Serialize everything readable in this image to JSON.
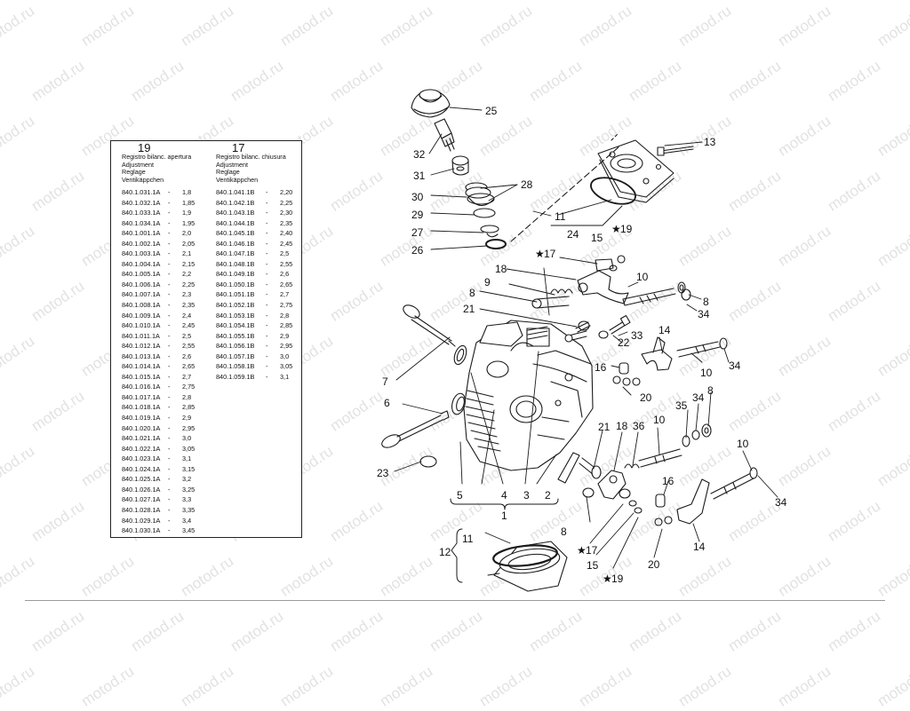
{
  "watermark": "motod.ru",
  "table": {
    "left": {
      "ref": "19",
      "header": [
        "Registro bilanc. apertura",
        "Adjustment",
        "Reglage",
        "Ventikäppchen"
      ],
      "rows": [
        {
          "code": "840.1.031.1A",
          "val": "1,8"
        },
        {
          "code": "840.1.032.1A",
          "val": "1,85"
        },
        {
          "code": "840.1.033.1A",
          "val": "1,9"
        },
        {
          "code": "840.1.034.1A",
          "val": "1,95"
        },
        {
          "code": "840.1.001.1A",
          "val": "2,0"
        },
        {
          "code": "840.1.002.1A",
          "val": "2,05"
        },
        {
          "code": "840.1.003.1A",
          "val": "2,1"
        },
        {
          "code": "840.1.004.1A",
          "val": "2,15"
        },
        {
          "code": "840.1.005.1A",
          "val": "2,2"
        },
        {
          "code": "840.1.006.1A",
          "val": "2,25"
        },
        {
          "code": "840.1.007.1A",
          "val": "2,3"
        },
        {
          "code": "840.1.008.1A",
          "val": "2,35"
        },
        {
          "code": "840.1.009.1A",
          "val": "2,4"
        },
        {
          "code": "840.1.010.1A",
          "val": "2,45"
        },
        {
          "code": "840.1.011.1A",
          "val": "2,5"
        },
        {
          "code": "840.1.012.1A",
          "val": "2,55"
        },
        {
          "code": "840.1.013.1A",
          "val": "2,6"
        },
        {
          "code": "840.1.014.1A",
          "val": "2,65"
        },
        {
          "code": "840.1.015.1A",
          "val": "2,7"
        },
        {
          "code": "840.1.016.1A",
          "val": "2,75"
        },
        {
          "code": "840.1.017.1A",
          "val": "2,8"
        },
        {
          "code": "840.1.018.1A",
          "val": "2,85"
        },
        {
          "code": "840.1.019.1A",
          "val": "2,9"
        },
        {
          "code": "840.1.020.1A",
          "val": "2,95"
        },
        {
          "code": "840.1.021.1A",
          "val": "3,0"
        },
        {
          "code": "840.1.022.1A",
          "val": "3,05"
        },
        {
          "code": "840.1.023.1A",
          "val": "3,1"
        },
        {
          "code": "840.1.024.1A",
          "val": "3,15"
        },
        {
          "code": "840.1.025.1A",
          "val": "3,2"
        },
        {
          "code": "840.1.026.1A",
          "val": "3,25"
        },
        {
          "code": "840.1.027.1A",
          "val": "3,3"
        },
        {
          "code": "840.1.028.1A",
          "val": "3,35"
        },
        {
          "code": "840.1.029.1A",
          "val": "3,4"
        },
        {
          "code": "840.1.030.1A",
          "val": "3,45"
        }
      ]
    },
    "right": {
      "ref": "17",
      "header": [
        "Registro bilanc. chiusura",
        "Adjustment",
        "Reglage",
        "Ventikäppchen"
      ],
      "rows": [
        {
          "code": "840.1.041.1B",
          "val": "2,20"
        },
        {
          "code": "840.1.042.1B",
          "val": "2,25"
        },
        {
          "code": "840.1.043.1B",
          "val": "2,30"
        },
        {
          "code": "840.1.044.1B",
          "val": "2,35"
        },
        {
          "code": "840.1.045.1B",
          "val": "2,40"
        },
        {
          "code": "840.1.046.1B",
          "val": "2,45"
        },
        {
          "code": "840.1.047.1B",
          "val": "2,5"
        },
        {
          "code": "840.1.048.1B",
          "val": "2,55"
        },
        {
          "code": "840.1.049.1B",
          "val": "2,6"
        },
        {
          "code": "840.1.050.1B",
          "val": "2,65"
        },
        {
          "code": "840.1.051.1B",
          "val": "2,7"
        },
        {
          "code": "840.1.052.1B",
          "val": "2,75"
        },
        {
          "code": "840.1.053.1B",
          "val": "2,8"
        },
        {
          "code": "840.1.054.1B",
          "val": "2,85"
        },
        {
          "code": "840.1.055.1B",
          "val": "2,9"
        },
        {
          "code": "840.1.056.1B",
          "val": "2,95"
        },
        {
          "code": "840.1.057.1B",
          "val": "3,0"
        },
        {
          "code": "840.1.058.1B",
          "val": "3,05"
        },
        {
          "code": "840.1.059.1B",
          "val": "3,1"
        }
      ]
    }
  },
  "callouts": {
    "c25": "25",
    "c32": "32",
    "c31": "31",
    "c30": "30",
    "c29": "29",
    "c28": "28",
    "c27": "27",
    "c26": "26",
    "c13": "13",
    "c11a": "11",
    "c24": "24",
    "c19a": "19",
    "c15a": "15",
    "c17a": "17",
    "c18a": "18",
    "c9": "9",
    "c8a": "8",
    "c10a": "10",
    "c8b": "8",
    "c34a": "34",
    "c21a": "21",
    "c33": "33",
    "c22": "22",
    "c14a": "14",
    "c7": "7",
    "c16a": "16",
    "c20a": "20",
    "c10b": "10",
    "c34b": "34",
    "c6": "6",
    "c35": "35",
    "c34c": "34",
    "c8c": "8",
    "c21b": "21",
    "c18b": "18",
    "c36": "36",
    "c10c": "10",
    "c10d": "10",
    "c23": "23",
    "c5": "5",
    "c4": "4",
    "c3": "3",
    "c2": "2",
    "c1": "1",
    "c16b": "16",
    "c34d": "34",
    "c8d": "8",
    "c17b": "17",
    "c15b": "15",
    "c19b": "19",
    "c14b": "14",
    "c20b": "20",
    "c11b": "11",
    "c12": "12"
  },
  "star": "★"
}
